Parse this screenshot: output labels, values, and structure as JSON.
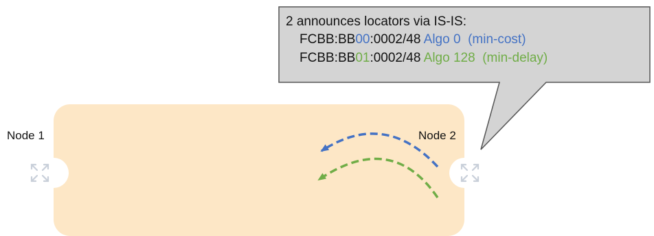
{
  "nodes": [
    {
      "id": "node1",
      "label": "Node 1"
    },
    {
      "id": "node2",
      "label": "Node 2"
    }
  ],
  "callout": {
    "heading": "2 announces locators via IS-IS:",
    "locators": [
      {
        "prefix": "FCBB:BB",
        "id": "00",
        "suffix": ":0002/48",
        "algo": "Algo 0",
        "note": "(min-cost)",
        "color": "#4472c4"
      },
      {
        "prefix": "FCBB:BB",
        "id": "01",
        "suffix": ":0002/48",
        "algo": "Algo 128",
        "note": "(min-delay)",
        "color": "#70ad47"
      }
    ]
  },
  "colors": {
    "domain_fill": "#fde7c6",
    "callout_fill": "#d4d4d4",
    "callout_border": "#555555",
    "router_icon": "#c8cfd9",
    "algo0": "#4472c4",
    "algo128": "#70ad47"
  },
  "icons": {
    "router": "router-icon"
  }
}
